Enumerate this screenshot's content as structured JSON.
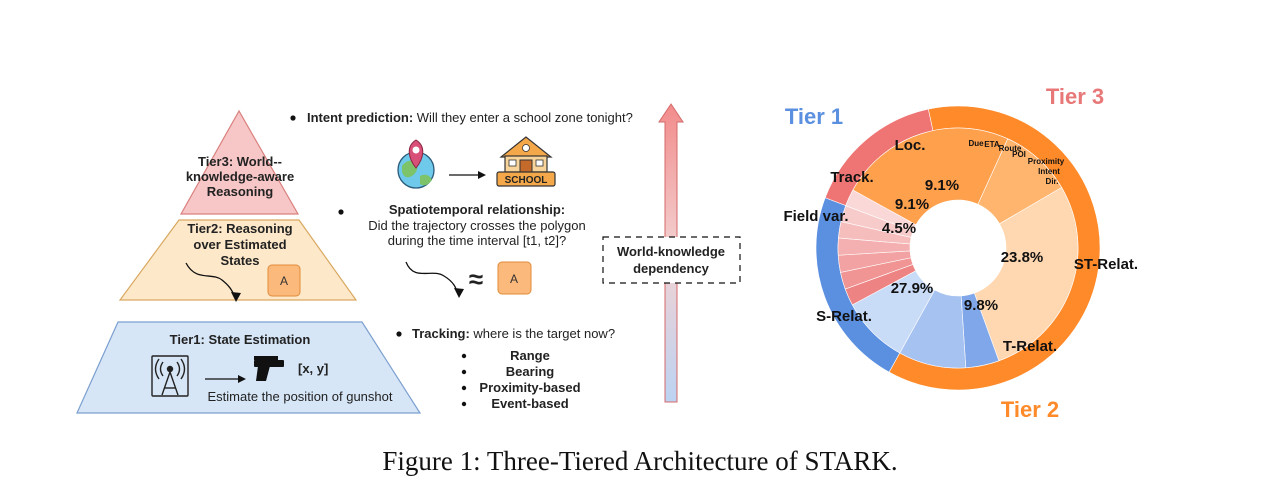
{
  "diagram": {
    "pyramid": {
      "tier3": [
        "Tier3: World--",
        "knowledge-aware",
        "Reasoning"
      ],
      "tier2": [
        "Tier2: Reasoning",
        "over Estimated",
        "States"
      ],
      "tier2_badge": "A",
      "tier1_title": "Tier1: State Estimation",
      "tier1_output": "[x, y]",
      "tier1_caption": "Estimate the position of gunshot"
    },
    "bullets": {
      "intent_bold": "Intent prediction:",
      "intent_text": " Will they enter a school zone tonight?",
      "school_label": "SCHOOL",
      "spatio_bold": "Spatiotemporal relationship:",
      "spatio_line2": "Did the trajectory crosses the polygon",
      "spatio_line3": "during the time interval [t1, t2]?",
      "approx": "≈",
      "spatio_badge": "A",
      "tracking_bold": "Tracking:",
      "tracking_text": " where is the target now?",
      "tracking_items": [
        "Range",
        "Bearing",
        "Proximity-based",
        "Event-based"
      ]
    },
    "dependency_label": [
      "World-knowledge",
      "dependency"
    ]
  },
  "chart_data": {
    "type": "pie",
    "tier_labels": [
      {
        "name": "Tier 1",
        "color": "#5b8fe0"
      },
      {
        "name": "Tier 2",
        "color": "#ff8a2a"
      },
      {
        "name": "Tier 3",
        "color": "#e87878"
      }
    ],
    "outer_ring": [
      {
        "tier": "Tier 1",
        "value": 22.7,
        "color": "#5b8fe0"
      },
      {
        "tier": "Tier 3",
        "value": 15.9,
        "color": "#ef7474"
      },
      {
        "tier": "Tier 2",
        "value": 61.4,
        "color": "#ff8a2a"
      }
    ],
    "inner_ring": [
      {
        "label": "Loc.",
        "value_label": "9.1%",
        "value": 9.1,
        "color": "#c9dcf7"
      },
      {
        "label": "Due",
        "value_label": "",
        "value": 2.3,
        "color": "#ee8383"
      },
      {
        "label": "ETA",
        "value_label": "",
        "value": 2.3,
        "color": "#f09494"
      },
      {
        "label": "Route",
        "value_label": "",
        "value": 2.3,
        "color": "#f2a2a2"
      },
      {
        "label": "POI",
        "value_label": "",
        "value": 2.3,
        "color": "#f4b0b0"
      },
      {
        "label": "Proximity",
        "value_label": "",
        "value": 2.2,
        "color": "#f6bdbd"
      },
      {
        "label": "Intent",
        "value_label": "",
        "value": 2.2,
        "color": "#f8cbcb"
      },
      {
        "label": "Dir.",
        "value_label": "",
        "value": 2.3,
        "color": "#fad8d8"
      },
      {
        "label": "ST-Relat.",
        "value_label": "23.8%",
        "value": 23.8,
        "color": "#ffa04d"
      },
      {
        "label": "T-Relat.",
        "value_label": "9.8%",
        "value": 9.8,
        "color": "#ffb56e"
      },
      {
        "label": "S-Relat.",
        "value_label": "27.9%",
        "value": 27.9,
        "color": "#ffd7b0"
      },
      {
        "label": "Field var.",
        "value_label": "4.5%",
        "value": 4.5,
        "color": "#7fa7ea"
      },
      {
        "label": "Track.",
        "value_label": "9.1%",
        "value": 9.1,
        "color": "#a6c2f1"
      }
    ]
  },
  "caption": "Figure 1: Three-Tiered Architecture of STARK."
}
